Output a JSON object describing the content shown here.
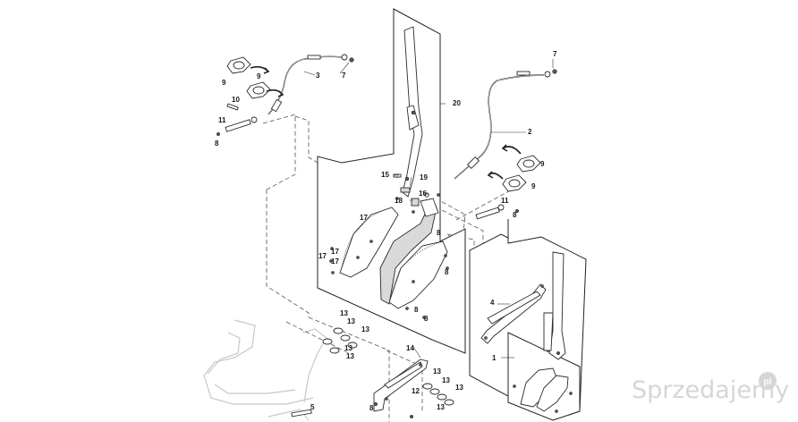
{
  "callouts": {
    "c1": "1",
    "c2": "2",
    "c3": "3",
    "c4": "4",
    "c5": "5",
    "c7a": "7",
    "c7b": "7",
    "c8a": "8",
    "c8b": "8",
    "c8c": "8",
    "c8d": "8",
    "c8e": "8",
    "c8f": "8",
    "c8g": "8",
    "c9a": "9",
    "c9b": "9",
    "c9c": "9",
    "c9d": "9",
    "c10": "10",
    "c11a": "11",
    "c11b": "11",
    "c12": "12",
    "c13a": "13",
    "c13b": "13",
    "c13c": "13",
    "c13d": "13",
    "c13e": "13",
    "c13f": "13",
    "c13g": "13",
    "c13h": "13",
    "c13i": "13",
    "c14": "14",
    "c15": "15",
    "c16": "16",
    "c17a": "17",
    "c17b": "17",
    "c17c": "17",
    "c17d": "17",
    "c18": "18",
    "c19": "19",
    "c20": "20"
  },
  "watermark": {
    "brand": "Sprzedajemy",
    "badge": "pl"
  },
  "colors": {
    "line": "#2a2a2a",
    "watermark": "#d6d6d6"
  }
}
